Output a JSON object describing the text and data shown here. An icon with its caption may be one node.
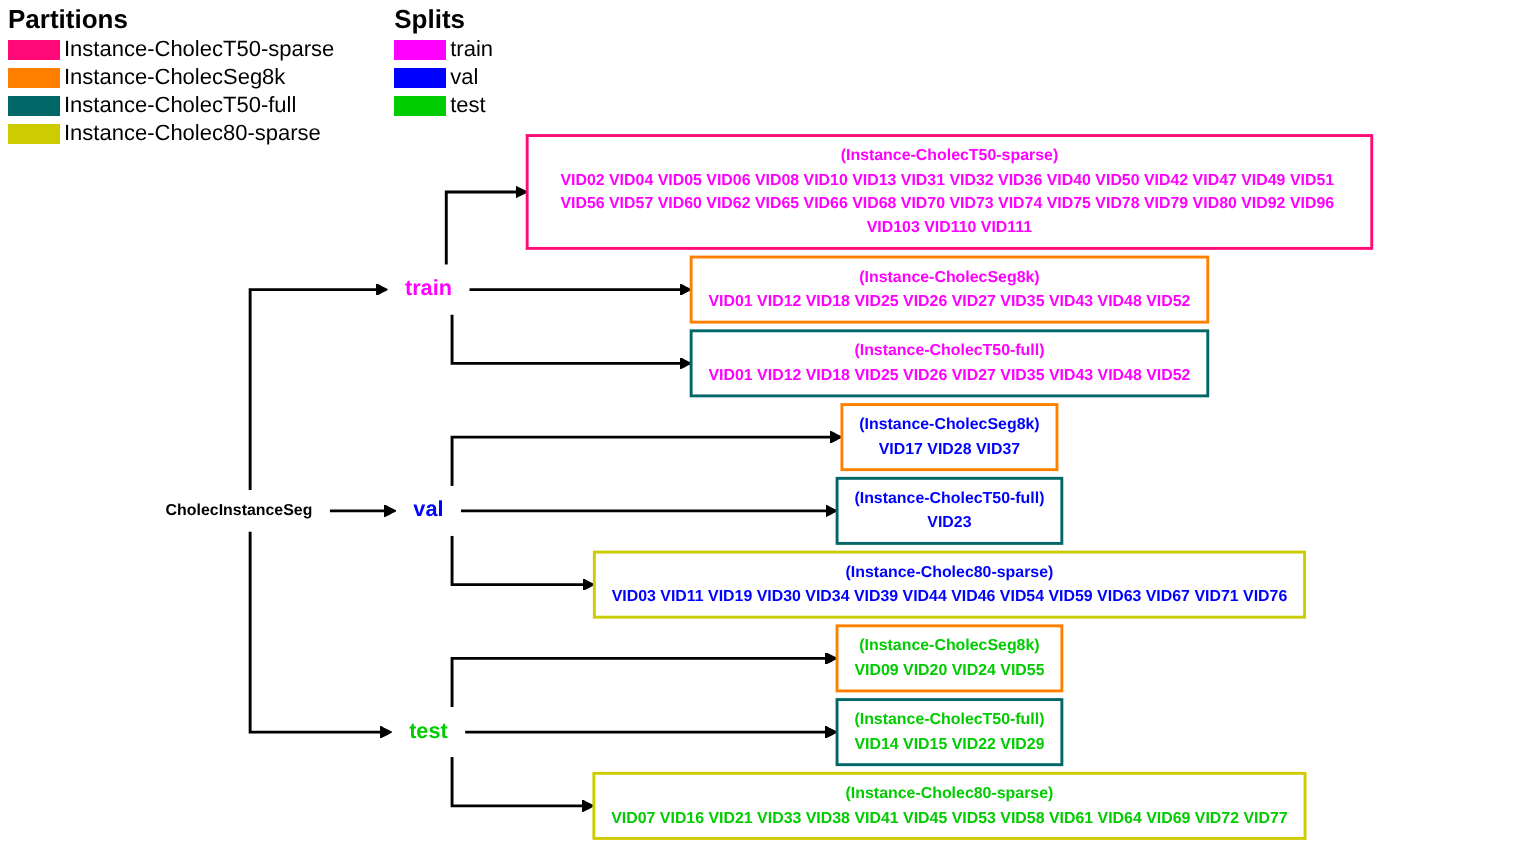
{
  "diagram": {
    "nodes": [
      {
        "text": [
          "CholecInstanceSeg"
        ]
      },
      {
        "text": [
          "train"
        ]
      },
      {
        "text": [
          "val"
        ]
      },
      {
        "text": [
          "test"
        ]
      },
      {
        "text": [
          "(Instance-CholecT50-sparse)",
          "VID02 VID04 VID05 VID06 VID08 VID10 VID13 VID31 VID32 VID36 VID40 VID50 VID42 VID47 VID49 VID51 VID56 VID57 VID60 VID62 VID65 VID66 VID68 VID70 VID73 VID74 VID75 VID78 VID79 VID80 VID92 VID96 VID103 VID110 VID111"
        ]
      },
      {
        "text": [
          "(Instance-CholecSeg8k)",
          "VID01 VID12 VID18 VID25 VID26 VID27 VID35 VID43 VID48 VID52"
        ]
      },
      {
        "text": [
          "(Instance-CholecT50-full)",
          "VID01 VID12 VID18 VID25 VID26 VID27 VID35 VID43 VID48 VID52"
        ]
      },
      {
        "text": [
          "(Instance-CholecSeg8k)",
          "VID17 VID28 VID37"
        ]
      },
      {
        "text": [
          "(Instance-CholecT50-full)",
          "VID23"
        ]
      },
      {
        "text": [
          "(Instance-Cholec80-sparse)",
          "VID03 VID11 VID19 VID30 VID34 VID39 VID44 VID46 VID54 VID59 VID63 VID67 VID71 VID76"
        ]
      },
      {
        "text": [
          "(Instance-CholecSeg8k)",
          "VID09 VID20 VID24 VID55"
        ]
      },
      {
        "text": [
          "(Instance-CholecT50-full)",
          "VID14 VID15 VID22 VID29"
        ]
      },
      {
        "text": [
          "(Instance-Cholec80-sparse)",
          "VID07 VID16 VID21 VID33 VID38 VID41 VID45 VID53 VID58 VID61 VID64 VID69 VID72 VID77"
        ]
      }
    ],
    "edges": [
      {
        "from": 0,
        "to": 1,
        "arrow": "to"
      },
      {
        "from": 0,
        "to": 2,
        "arrow": "to"
      },
      {
        "from": 0,
        "to": 3,
        "arrow": "to"
      },
      {
        "from": 1,
        "to": 4,
        "arrow": "to"
      },
      {
        "from": 1,
        "to": 5,
        "arrow": "to"
      },
      {
        "from": 1,
        "to": 6,
        "arrow": "to"
      },
      {
        "from": 2,
        "to": 7,
        "arrow": "to"
      },
      {
        "from": 2,
        "to": 8,
        "arrow": "to"
      },
      {
        "from": 2,
        "to": 9,
        "arrow": "to"
      },
      {
        "from": 3,
        "to": 10,
        "arrow": "to"
      },
      {
        "from": 3,
        "to": 11,
        "arrow": "to"
      },
      {
        "from": 3,
        "to": 12,
        "arrow": "to"
      }
    ],
    "labels": [
      "Partitions",
      "Splits"
    ],
    "legend": [
      {
        "text": "Instance-CholecT50-sparse",
        "color": "#ff0a78"
      },
      {
        "text": "Instance-CholecSeg8k",
        "color": "#ff8000"
      },
      {
        "text": "Instance-CholecT50-full",
        "color": "#006666"
      },
      {
        "text": "Instance-Cholec80-sparse",
        "color": "#cccc00"
      },
      {
        "text": "train",
        "color": "#ff00ff"
      },
      {
        "text": "val",
        "color": "#0000ff"
      },
      {
        "text": "test",
        "color": "#00cc00"
      }
    ]
  }
}
